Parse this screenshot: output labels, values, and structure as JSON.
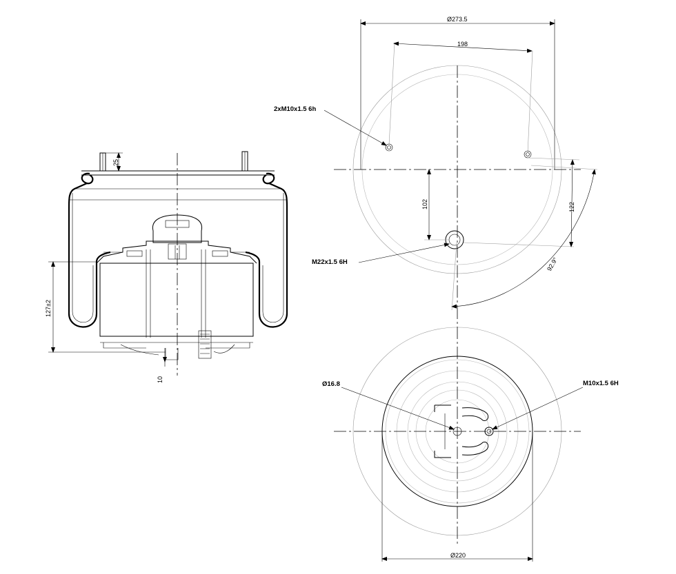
{
  "side_view": {
    "dim_stud_height": "25",
    "dim_height": "127±2",
    "dim_offset": "10"
  },
  "top_view": {
    "dim_outer_diameter": "Ø273.5",
    "dim_bolt_spacing": "198",
    "label_bolt_threads": "2xM10x1.5 6h",
    "dim_center_offset_left": "102",
    "dim_center_offset_right": "122",
    "label_center_thread": "M22x1.5 6H",
    "dim_angle": "92.9°"
  },
  "bottom_view": {
    "label_hole_diameter": "Ø16.8",
    "label_thread": "M10x1.5 6H",
    "dim_base_diameter": "Ø220"
  }
}
